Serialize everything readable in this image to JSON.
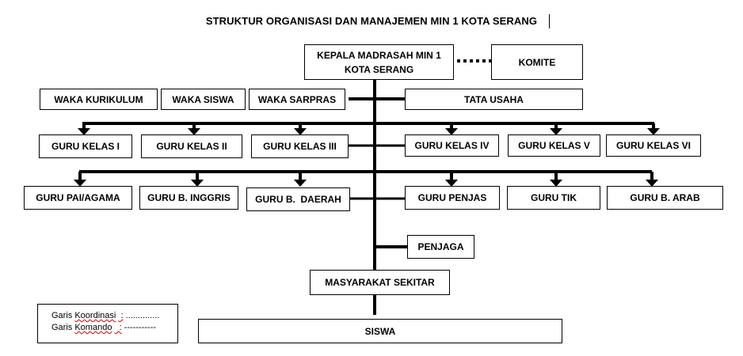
{
  "title": "STRUKTUR ORGANISASI DAN MANAJEMEN MIN 1 KOTA SERANG",
  "head": {
    "line1": "KEPALA MADRASAH MIN 1",
    "line2": "KOTA SERANG"
  },
  "komite": "KOMITE",
  "waka": [
    "WAKA KURIKULUM",
    "WAKA SISWA",
    "WAKA SARPRAS"
  ],
  "tata_usaha": "TATA USAHA",
  "guru_kelas": [
    "GURU KELAS I",
    "GURU KELAS II",
    "GURU KELAS III",
    "GURU KELAS IV",
    "GURU KELAS V",
    "GURU KELAS VI"
  ],
  "guru_mapel": [
    "GURU PAI/AGAMA",
    "GURU B. INGGRIS",
    "GURU B.  DAERAH",
    "GURU PENJAS",
    "GURU TIK",
    "GURU B. ARAB"
  ],
  "penjaga": "PENJAGA",
  "masyarakat": "MASYARAKAT SEKITAR",
  "siswa": "SISWA",
  "legend": {
    "coord_label": "Garis",
    "coord_word": "Koordinasi",
    "coord_value": "..............",
    "command_label": "Garis",
    "command_word": "Komando",
    "command_value": "-----------"
  }
}
